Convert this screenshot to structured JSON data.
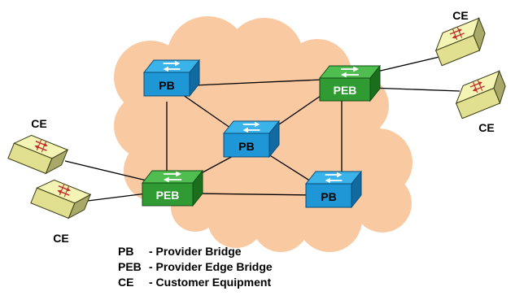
{
  "devices": {
    "pb_top": {
      "label": "PB"
    },
    "pb_center": {
      "label": "PB"
    },
    "pb_bottom": {
      "label": "PB"
    },
    "peb_top_right": {
      "label": "PEB"
    },
    "peb_bottom_left": {
      "label": "PEB"
    },
    "ce_top_right_upper": {
      "label": "CE"
    },
    "ce_top_right_lower": {
      "label": "CE"
    },
    "ce_left_upper": {
      "label": "CE"
    },
    "ce_left_lower": {
      "label": "CE"
    }
  },
  "legend": [
    {
      "abbr": "PB",
      "desc": "- Provider Bridge"
    },
    {
      "abbr": "PEB",
      "desc": "- Provider Edge Bridge"
    },
    {
      "abbr": "CE",
      "desc": "- Customer Equipment"
    }
  ],
  "colors": {
    "cloud": "#f9c9a2",
    "provider_bridge": "#1f97d6",
    "provider_bridge_text": "#000000",
    "provider_edge_bridge": "#2f9b32",
    "provider_edge_bridge_text": "#ffffff",
    "customer_equipment": "#ecec9a",
    "link": "#000000"
  }
}
